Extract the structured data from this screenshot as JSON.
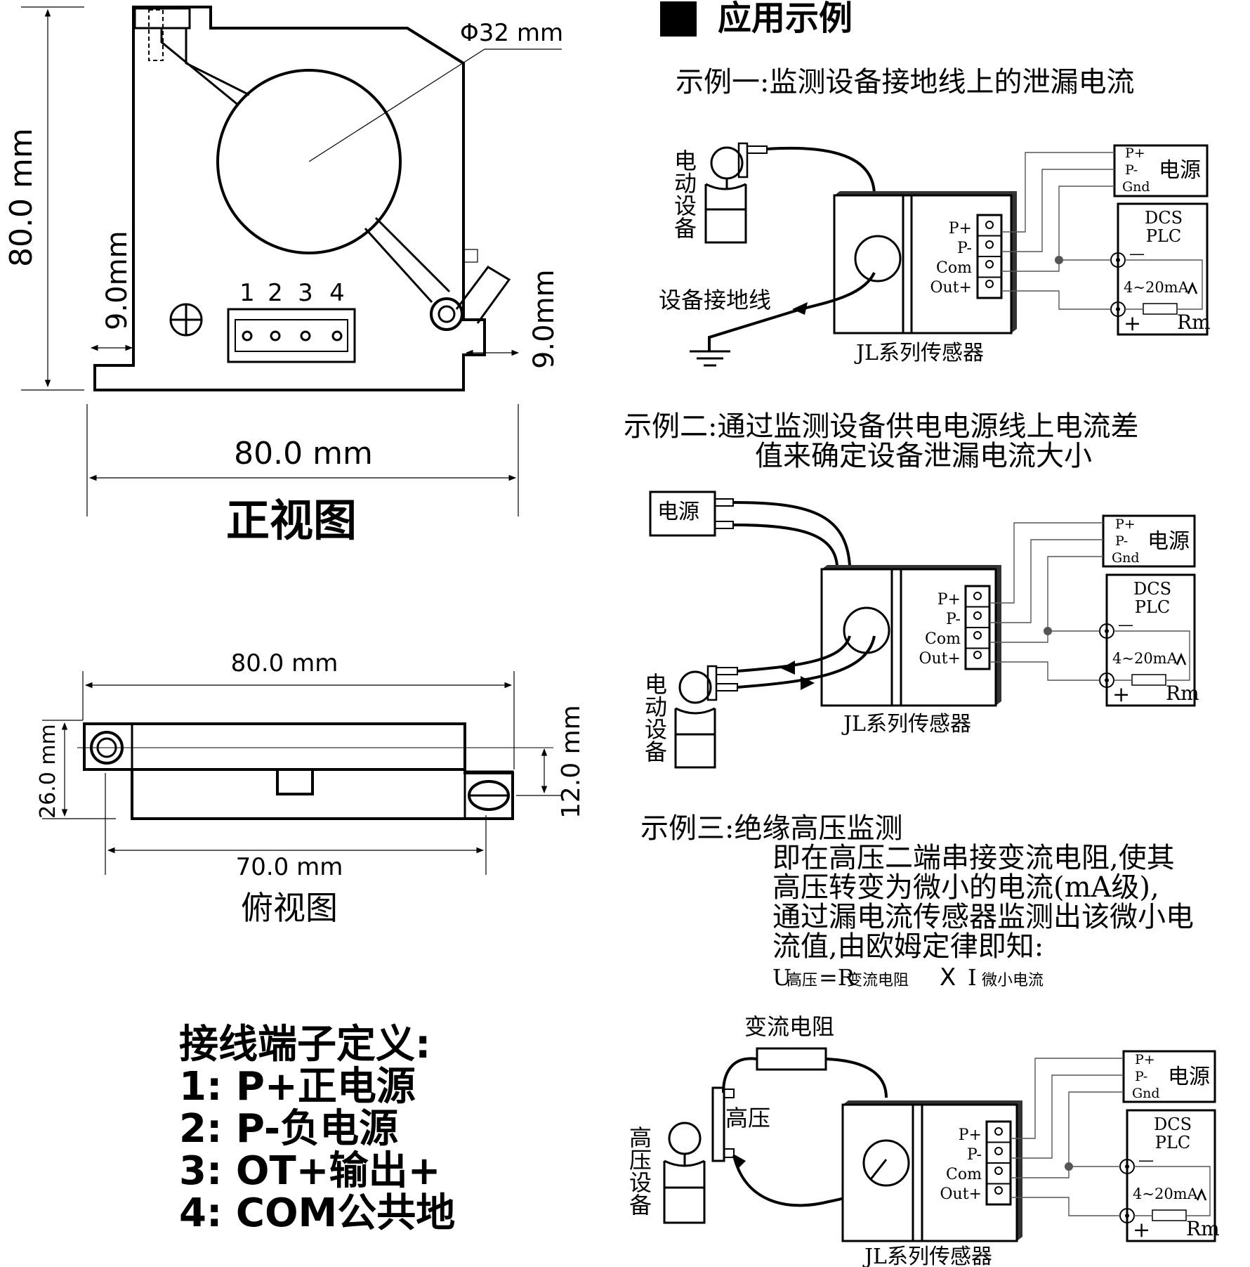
{
  "front_view": {
    "dim_height": "80.0 mm",
    "dim_width": "80.0 mm",
    "dim_diameter": "Φ32 mm",
    "dim_left_gap": "9.0mm",
    "dim_right_gap": "9.0mm",
    "pins": [
      "1",
      "2",
      "3",
      "4"
    ],
    "caption": "正视图"
  },
  "top_view": {
    "dim_width": "80.0 mm",
    "dim_height": "26.0 mm",
    "dim_offset": "12.0 mm",
    "dim_hole_span": "70.0 mm",
    "caption": "俯视图"
  },
  "terminal_def": {
    "title": "接线端子定义:",
    "items": [
      "1: P+正电源",
      "2: P-负电源",
      "3: OT+输出+",
      "4: COM公共地"
    ]
  },
  "app": {
    "heading": "应用示例",
    "sensor_label": "JL系列传感器",
    "terminals": [
      "P+",
      "P-",
      "Com",
      "Out+"
    ],
    "power_pins": [
      "P+",
      "P-",
      "Gnd"
    ],
    "power_label": "电源",
    "dcs_lines": [
      "DCS",
      "PLC"
    ],
    "current_range": "4~20mA",
    "minus": "—",
    "plus": "+",
    "rm": "Rm",
    "ex1": {
      "title": "示例一:监测设备接地线上的泄漏电流",
      "device": "电动设备",
      "ground": "设备接地线"
    },
    "ex2": {
      "title_line1": "示例二:通过监测设备供电电源线上电流差",
      "title_line2": "值来确定设备泄漏电流大小",
      "source": "电源",
      "device": "电动设备"
    },
    "ex3": {
      "title": "示例三:绝缘高压监测",
      "lines": [
        "即在高压二端串接变流电阻,使其",
        "高压转变为微小的电流(mA级),",
        "通过漏电流传感器监测出该微小电",
        "流值,由欧姆定律即知:"
      ],
      "formula_u": "U",
      "formula_u_sub": "高压",
      "formula_eq": "=R",
      "formula_r_sub": "变流电阻",
      "formula_x": "X",
      "formula_i": "I",
      "formula_i_sub": "微小电流",
      "resistor": "变流电阻",
      "hv": "高压",
      "device": "高压设备"
    }
  }
}
